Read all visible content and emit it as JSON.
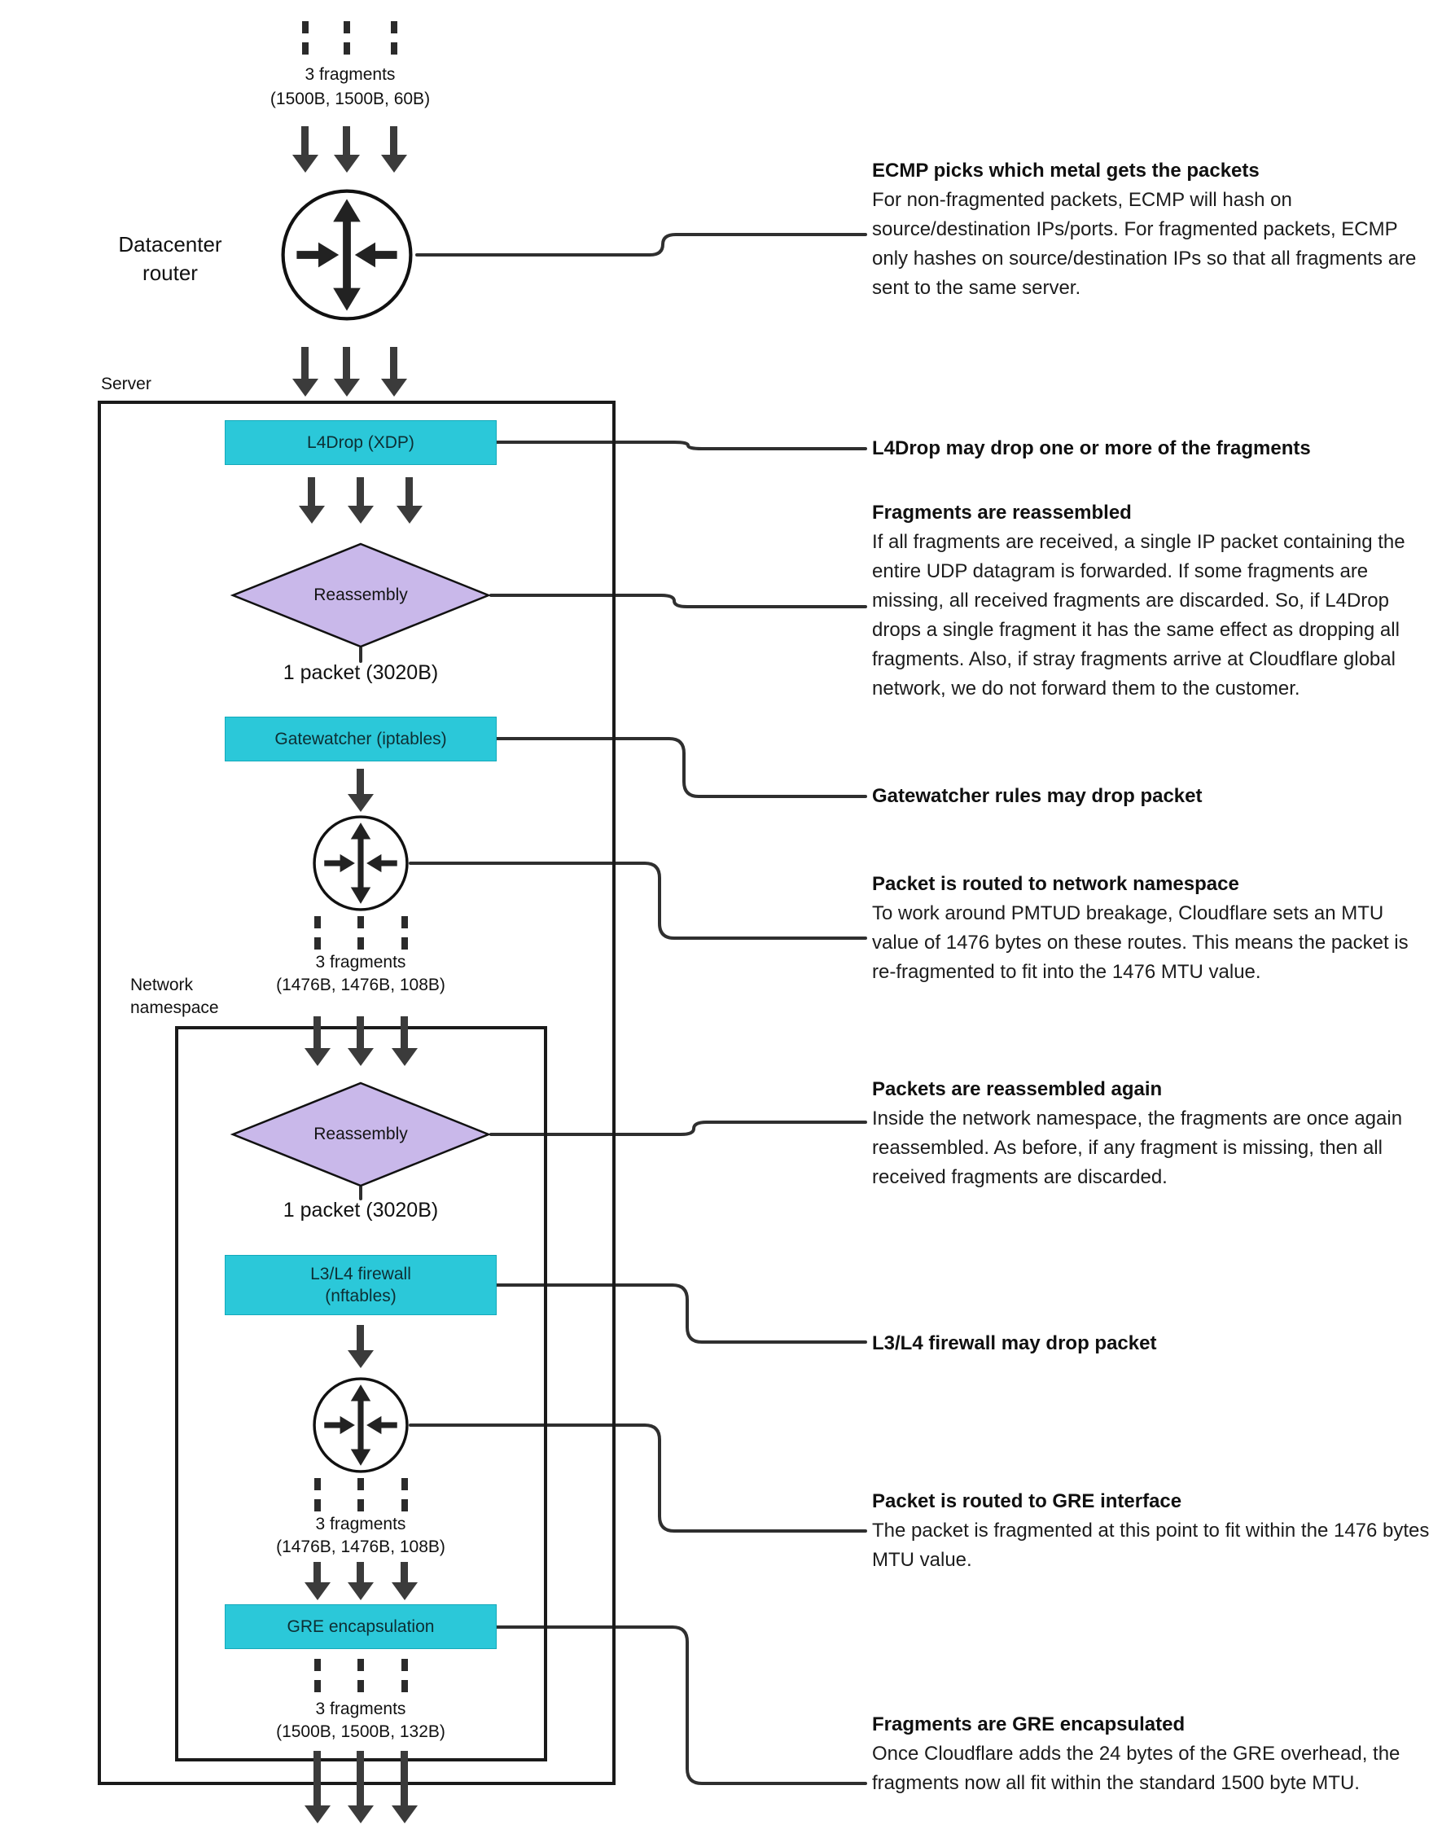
{
  "colors": {
    "box_cyan": "#2BC8D9",
    "diamond_purple": "#C9B8EA",
    "arrow_dark": "#3b3b3b",
    "line_dark": "#2f2f2f"
  },
  "source": {
    "fragments_label": "3 fragments",
    "fragments_sizes": "(1500B, 1500B, 60B)"
  },
  "datacenter_router_label": "Datacenter router",
  "server": {
    "label": "Server",
    "l4drop_label": "L4Drop (XDP)",
    "reassembly_label": "Reassembly",
    "packet_label": "1 packet (3020B)",
    "gatewatcher_label": "Gatewatcher (iptables)",
    "fragments_label": "3 fragments",
    "fragments_sizes": "(1476B, 1476B, 108B)"
  },
  "namespace": {
    "label": "Network namespace",
    "reassembly_label": "Reassembly",
    "packet_label": "1 packet (3020B)",
    "firewall_line1": "L3/L4 firewall",
    "firewall_line2": "(nftables)",
    "fragments_label": "3 fragments",
    "fragments_sizes": "(1476B, 1476B, 108B)",
    "gre_label": "GRE encapsulation",
    "out_fragments_label": "3 fragments",
    "out_fragments_sizes": "(1500B, 1500B, 132B)"
  },
  "annotations": [
    {
      "title": "ECMP picks which metal gets the packets",
      "body": "For non-fragmented packets, ECMP will hash on source/destination IPs/ports. For fragmented packets, ECMP only hashes on source/destination IPs so that all fragments are sent to the same server."
    },
    {
      "title": "L4Drop may drop one or more of the fragments",
      "body": ""
    },
    {
      "title": "Fragments are reassembled",
      "body": "If all fragments are received, a single IP packet containing the entire UDP datagram is forwarded. If some fragments are missing, all received fragments are discarded. So, if L4Drop drops a single fragment it has the same effect as dropping all fragments. Also, if stray fragments arrive at Cloudflare global network, we do not forward them to the customer."
    },
    {
      "title": "Gatewatcher rules may drop packet",
      "body": ""
    },
    {
      "title": "Packet is routed to network namespace",
      "body": "To work around PMTUD breakage, Cloudflare sets an MTU value of 1476 bytes on these routes. This means the packet is re-fragmented to fit into the 1476 MTU value."
    },
    {
      "title": "Packets are reassembled again",
      "body": "Inside the network namespace, the fragments are once again reassembled. As before, if any fragment is missing, then all received fragments are discarded."
    },
    {
      "title": "L3/L4 firewall may drop packet",
      "body": ""
    },
    {
      "title": "Packet is routed to GRE interface",
      "body": "The packet is fragmented at this point to fit within the 1476 bytes MTU value."
    },
    {
      "title": "Fragments are GRE encapsulated",
      "body": "Once Cloudflare adds the 24 bytes of the GRE overhead, the fragments now all fit within the standard 1500 byte MTU."
    }
  ]
}
